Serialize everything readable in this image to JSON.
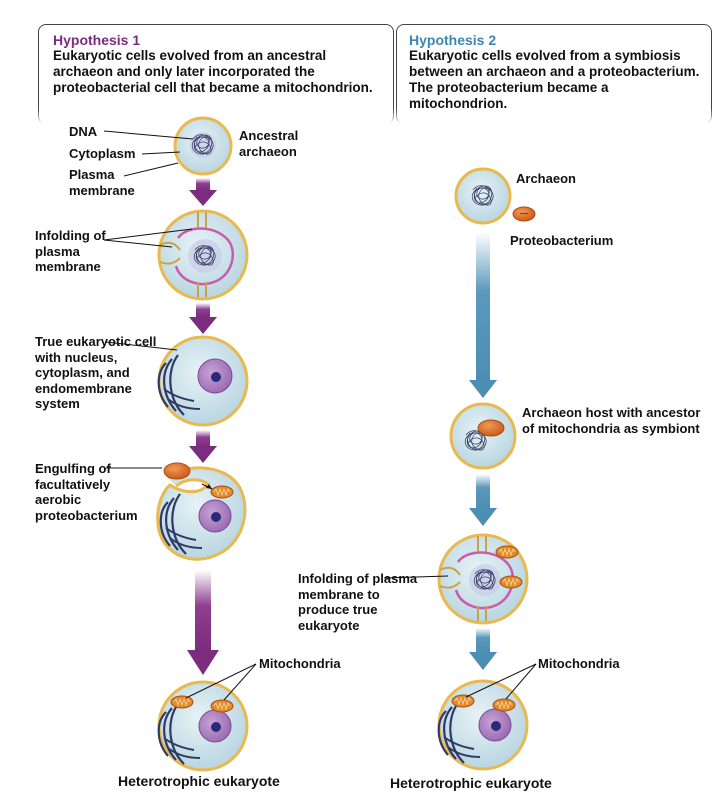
{
  "colors": {
    "purple": "#7b2c7e",
    "blue": "#4d8eb3",
    "hyp1_title": "#7b2c7e",
    "hyp2_title": "#3a86b4",
    "cell_fill": "#cfe3ea",
    "cell_border": "#e9b94d",
    "nucleus": "#b48ac6",
    "bacterium": "#e0702a",
    "mitochondrion": "#e0902d"
  },
  "hypothesis1": {
    "title": "Hypothesis 1",
    "text": "Eukaryotic cells evolved from an ancestral archaeon and only later incorporated the proteobacterial cell that became a mitochondrion.",
    "labels": {
      "dna": "DNA",
      "cytoplasm": "Cytoplasm",
      "plasma_membrane": "Plasma membrane",
      "ancestral_archaeon": "Ancestral archaeon",
      "infolding": "Infolding of plasma membrane",
      "true_eukaryotic": "True eukaryotic cell with nucleus, cytoplasm, and endomembrane system",
      "engulfing": "Engulfing of facultatively aerobic proteobacterium",
      "mitochondria": "Mitochondria"
    },
    "caption": "Heterotrophic eukaryote"
  },
  "hypothesis2": {
    "title": "Hypothesis 2",
    "text": "Eukaryotic cells evolved from a symbiosis between an archaeon and a proteobacterium. The proteobacterium became a mitochondrion.",
    "labels": {
      "archaeon": "Archaeon",
      "proteobacterium": "Proteobacterium",
      "archaeon_host": "Archaeon host with ancestor of mitochondria as symbiont",
      "infolding": "Infolding of plasma membrane to produce true eukaryote",
      "mitochondria": "Mitochondria"
    },
    "caption": "Heterotrophic eukaryote"
  }
}
